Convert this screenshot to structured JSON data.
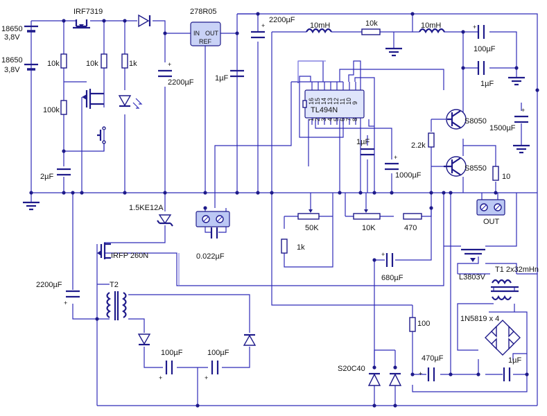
{
  "labels": {
    "bat1_name": "18650",
    "bat1_v": "3,8V",
    "bat2_name": "18650",
    "bat2_v": "3,8V",
    "q_irf7319": "IRF7319",
    "r_10k_a": "10k",
    "r_100k": "100k",
    "r_10k_b": "10k",
    "r_1k": "1k",
    "c_2uf": "2µF",
    "c_2200_a": "2200µF",
    "reg": "278R05",
    "reg_in": "IN",
    "reg_out": "OUT",
    "reg_ref": "REF",
    "c_1uf_a": "1µF",
    "c_2200_b": "2200µF",
    "l_10mh_a": "10mH",
    "r_10k_top": "10k",
    "l_10mh_b": "10mH",
    "c_100uf_top": "100µF",
    "c_1uf_top": "1µF",
    "ic_tl494": "TL494N",
    "q_s8050": "S8050",
    "q_s8550": "S8550",
    "r_2_2k": "2.2k",
    "c_1500uf": "1500µF",
    "c_1uf_b": "1µF",
    "c_1000uf": "1000µF",
    "r_10": "10",
    "out_label": "OUT",
    "tvs": "1.5KE12A",
    "c_0022": "0.022µF",
    "pot_50k": "50K",
    "pot_10k": "10K",
    "r_470": "470",
    "r_1k_b": "1k",
    "q_irfp": "IRFP 260N",
    "c_2200_c": "2200µF",
    "t2": "T2",
    "c_680": "680µF",
    "q_l3803": "L3803V",
    "t1": "T1 2x32mHn",
    "d_1n5819": "1N5819 x 4",
    "r_100": "100",
    "c_100uf_a": "100µF",
    "c_100uf_b": "100µF",
    "c_470": "470µF",
    "c_1uf_c": "1µF",
    "d_s20c40": "S20C40"
  },
  "tl494_pins_top": [
    "16",
    "15",
    "14",
    "13",
    "12",
    "11",
    "10",
    "9"
  ],
  "tl494_pins_bottom": [
    "1",
    "2",
    "3",
    "4",
    "5",
    "6",
    "7",
    "8"
  ],
  "colors": {
    "wire": "#2e2ab8",
    "component": "#1e1a8a",
    "chip_fill": "#c9d2f6"
  }
}
